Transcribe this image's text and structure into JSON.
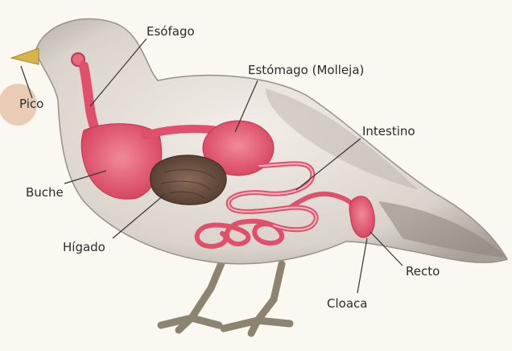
{
  "diagram": {
    "subject": "digestive system of a pigeon",
    "labels": {
      "pico": "Pico",
      "esofago": "Esófago",
      "estomago": "Estómago (Molleja)",
      "intestino": "Intestino",
      "buche": "Buche",
      "higado": "Hígado",
      "recto": "Recto",
      "cloaca": "Cloaca"
    },
    "colors": {
      "digestive_tract": "#e0506a",
      "liver": "#6e5040",
      "body": "#d8d2cc",
      "beak": "#d8b24a",
      "legs": "#8c8470"
    }
  }
}
